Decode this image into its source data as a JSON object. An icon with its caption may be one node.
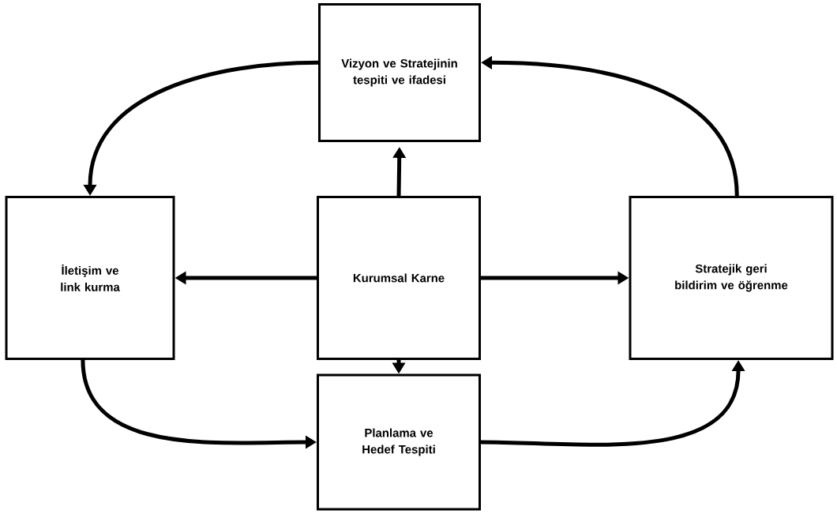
{
  "diagram": {
    "nodes": [
      {
        "text": [
          "Vizyon ve Stratejinin tespiti ve ifadesi"
        ]
      },
      {
        "text": [
          "İletişim ve link kurma"
        ]
      },
      {
        "text": [
          "Kurumsal Karne"
        ]
      },
      {
        "text": [
          "Stratejik geri bildirim ve öğrenme"
        ]
      },
      {
        "text": [
          "Planlama ve Hedef Tespiti"
        ]
      }
    ],
    "edges": [
      {
        "from": 2,
        "to": 0,
        "arrow": "to"
      },
      {
        "from": 2,
        "to": 1,
        "arrow": "to"
      },
      {
        "from": 2,
        "to": 3,
        "arrow": "to"
      },
      {
        "from": 2,
        "to": 4,
        "arrow": "to"
      },
      {
        "from": 0,
        "to": 1,
        "arrow": "to"
      },
      {
        "from": 1,
        "to": 4,
        "arrow": "to"
      },
      {
        "from": 4,
        "to": 3,
        "arrow": "to"
      },
      {
        "from": 3,
        "to": 0,
        "arrow": "to"
      }
    ]
  }
}
